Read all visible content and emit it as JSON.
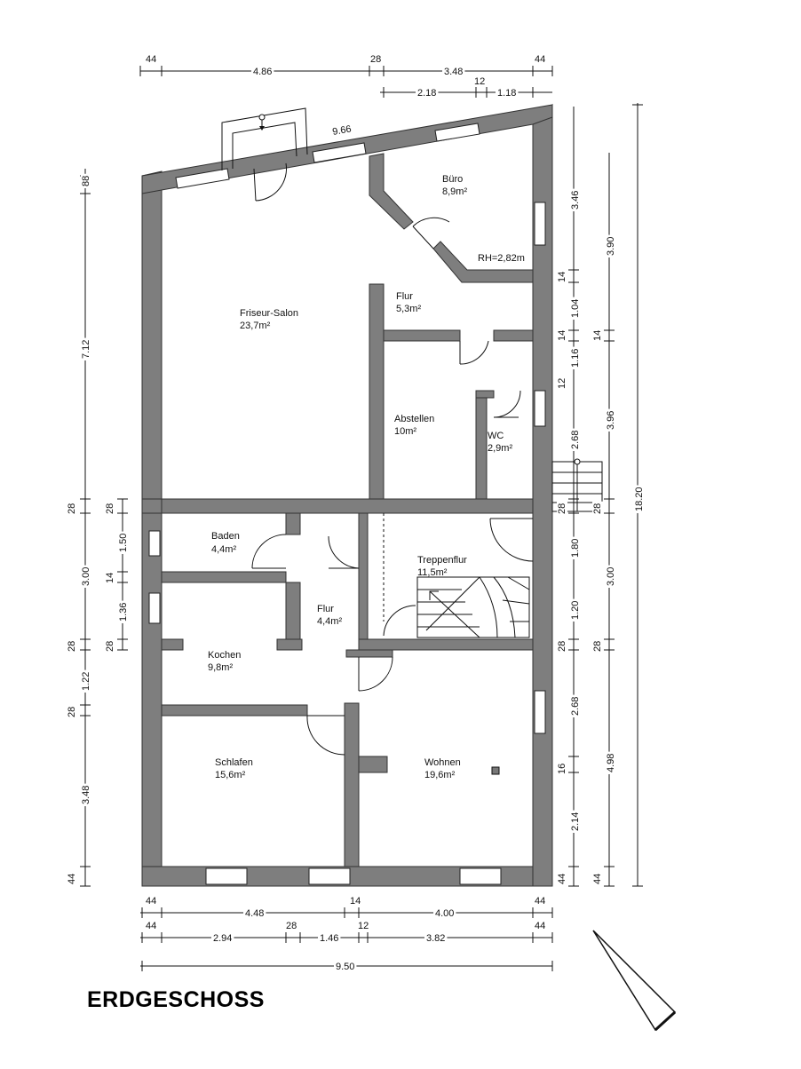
{
  "title": "ERDGESCHOSS",
  "rooms": [
    {
      "name": "Friseur-Salon",
      "area": "23,7m²"
    },
    {
      "name": "Büro",
      "area": "8,9m²",
      "note": "RH=2,82m"
    },
    {
      "name": "Flur",
      "area": "5,3m²"
    },
    {
      "name": "Abstellen",
      "area": "10m²"
    },
    {
      "name": "WC",
      "area": "2,9m²"
    },
    {
      "name": "Baden",
      "area": "4,4m²"
    },
    {
      "name": "Treppenflur",
      "area": "11,5m²"
    },
    {
      "name": "Flur",
      "area": "4,4m²"
    },
    {
      "name": "Kochen",
      "area": "9,8m²"
    },
    {
      "name": "Schlafen",
      "area": "15,6m²"
    },
    {
      "name": "Wohnen",
      "area": "19,6m²"
    }
  ],
  "dims": {
    "top1": [
      "44",
      "4.86",
      "28",
      "3.48",
      "44"
    ],
    "top2": [
      "2.18",
      "12",
      "1.18"
    ],
    "diagonal": "9.66",
    "left": [
      "88",
      "7.12",
      "28",
      "1.50",
      "14",
      "1.36",
      "28",
      "3.00",
      "28",
      "1.22",
      "28",
      "3.48",
      "44",
      "28"
    ],
    "right1": [
      "3.46",
      "14",
      "1.04",
      "14",
      "1.16",
      "12",
      "2.68",
      "28",
      "1.80",
      "1.20",
      "28",
      "2.68",
      "16",
      "2.14",
      "44"
    ],
    "right2": [
      "3.90",
      "14",
      "3.96",
      "28",
      "3.00",
      "28",
      "4.98",
      "44"
    ],
    "right3": "18.20",
    "bottom1": [
      "44",
      "4.48",
      "14",
      "4.00",
      "44"
    ],
    "bottom2": [
      "44",
      "2.94",
      "28",
      "1.46",
      "12",
      "3.82",
      "44"
    ],
    "bottom3": "9.50"
  },
  "icons": [
    "north-arrow-icon",
    "stair-icon"
  ]
}
